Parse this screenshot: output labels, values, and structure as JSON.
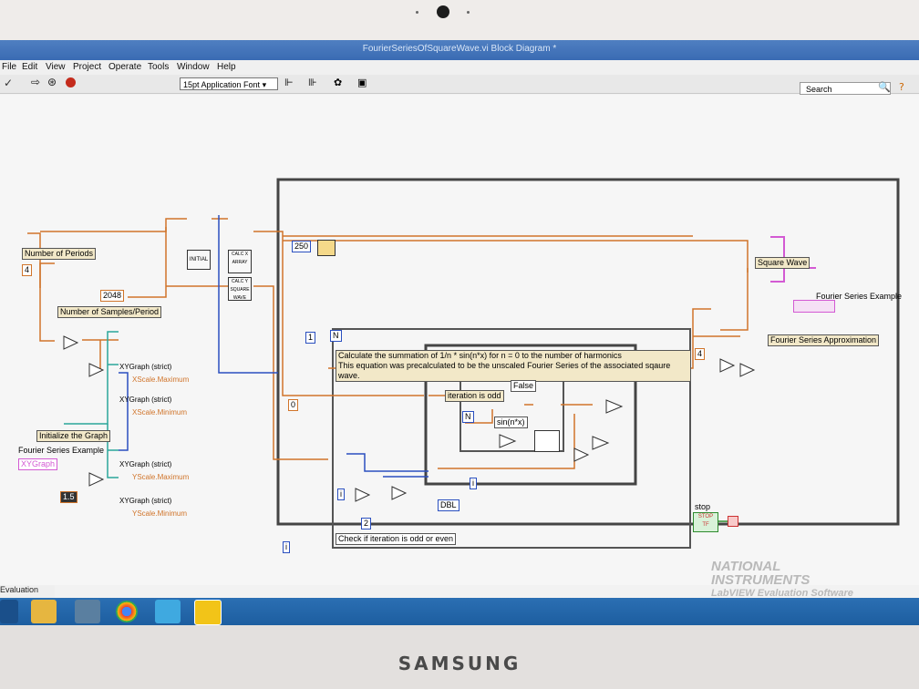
{
  "window": {
    "title": "FourierSeriesOfSquareWave.vi Block Diagram *"
  },
  "menu": {
    "items": [
      "File",
      "Edit",
      "View",
      "Project",
      "Operate",
      "Tools",
      "Window",
      "Help"
    ]
  },
  "toolbar": {
    "font_label": "15pt Application Font",
    "search_placeholder": "Search"
  },
  "diagram": {
    "loop_wait_ms": "250",
    "number_of_periods_label": "Number of Periods",
    "number_of_periods_value": "4",
    "samples_value": "2048",
    "samples_label": "Number of Samples/Period",
    "initial_node": "INITIAL",
    "calc_x_node": "CALC X ARRAY",
    "calc_y_node": "CALC Y SQUARE WAVE",
    "xygraph_nodes": [
      "XYGraph (strict)",
      "XYGraph (strict)",
      "XYGraph (strict)",
      "XYGraph (strict)"
    ],
    "xygraph_props": [
      "XScale.Maximum",
      "XScale.Minimum",
      "YScale.Maximum",
      "YScale.Minimum"
    ],
    "initialize_label": "Initialize the Graph",
    "fourier_example_ref_label": "Fourier Series Example",
    "xygraph_ref": "XYGraph",
    "constant_1_5": "1.5",
    "constant_0": "0",
    "constant_1": "1",
    "constant_4": "4",
    "constant_2": "2",
    "n_label": "N",
    "i_label": "i",
    "comment_line1": "Calculate the summation of 1/n * sin(n*x) for n = 0 to the number of harmonics",
    "comment_line2": "This equation was precalculated to be the unscaled Fourier Series of the associated sqaure wave.",
    "iteration_odd_label": "iteration is odd",
    "case_selector": "False",
    "sin_label": "sin(n*x)",
    "dbl_label": "DBL",
    "check_iteration_label": "Check if iteration is odd or even",
    "square_wave_label": "Square Wave",
    "fourier_example_label": "Fourier Series Example",
    "fourier_approx_label": "Fourier Series Approximation",
    "stop_label": "stop",
    "stop_button_text": "STOP",
    "stop_tf": "TF"
  },
  "status": {
    "evaluation": "Evaluation"
  },
  "watermark": {
    "line1": "NATIONAL",
    "line2": "INSTRUMENTS",
    "line3": "LabVIEW Evaluation Software"
  },
  "device": {
    "brand": "SAMSUNG"
  }
}
